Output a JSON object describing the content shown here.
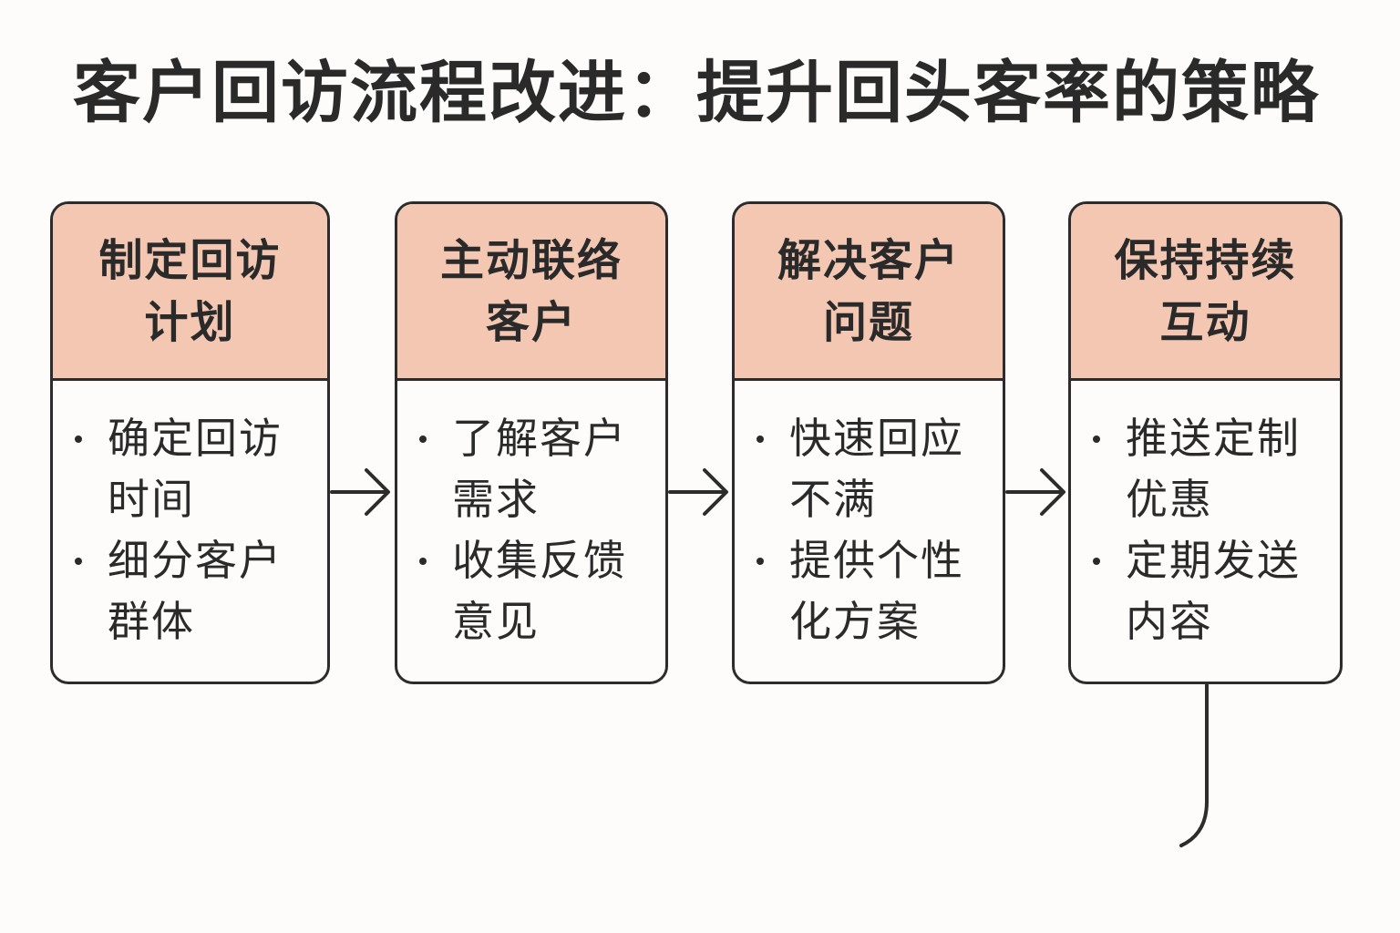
{
  "title": "客户回访流程改进：提升回头客率的策略",
  "steps": [
    {
      "heading": "制定回访计划",
      "items": [
        "确定回访时间",
        "细分客户群体"
      ]
    },
    {
      "heading": "主动联络客户",
      "items": [
        "了解客户需求",
        "收集反馈意见"
      ]
    },
    {
      "heading": "解决客户问题",
      "items": [
        "快速回应不满",
        "提供个性化方案"
      ]
    },
    {
      "heading": "保持持续互动",
      "items": [
        "推送定制优惠",
        "定期发送内容"
      ]
    }
  ],
  "colors": {
    "header_fill": "#f3c7b1",
    "stroke": "#2c2c2c",
    "background": "#fdfcfa"
  }
}
